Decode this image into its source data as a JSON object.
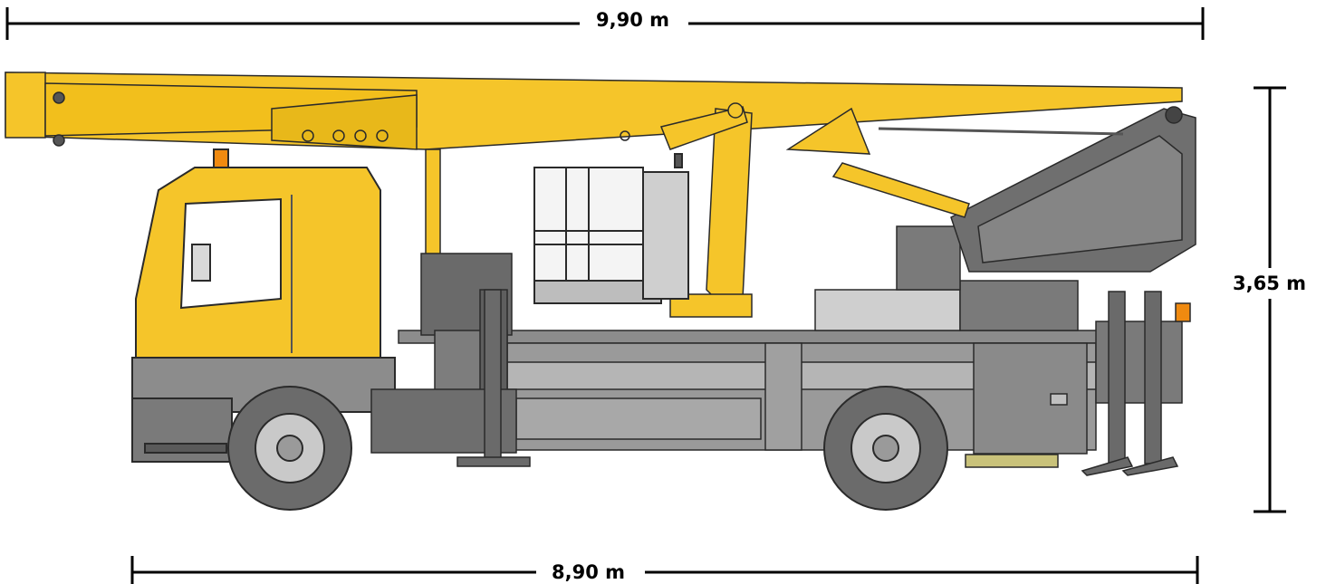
{
  "dimensions": {
    "overall_length": "9,90 m",
    "height": "3,65 m",
    "chassis_length": "8,90 m"
  },
  "colors": {
    "boom": "#f5c52a",
    "cab": "#f5c52a",
    "chassis": "#8c8c8c",
    "turret": "#7a7a7a",
    "outline": "#2a2a2a",
    "beacon": "#f08a10"
  }
}
